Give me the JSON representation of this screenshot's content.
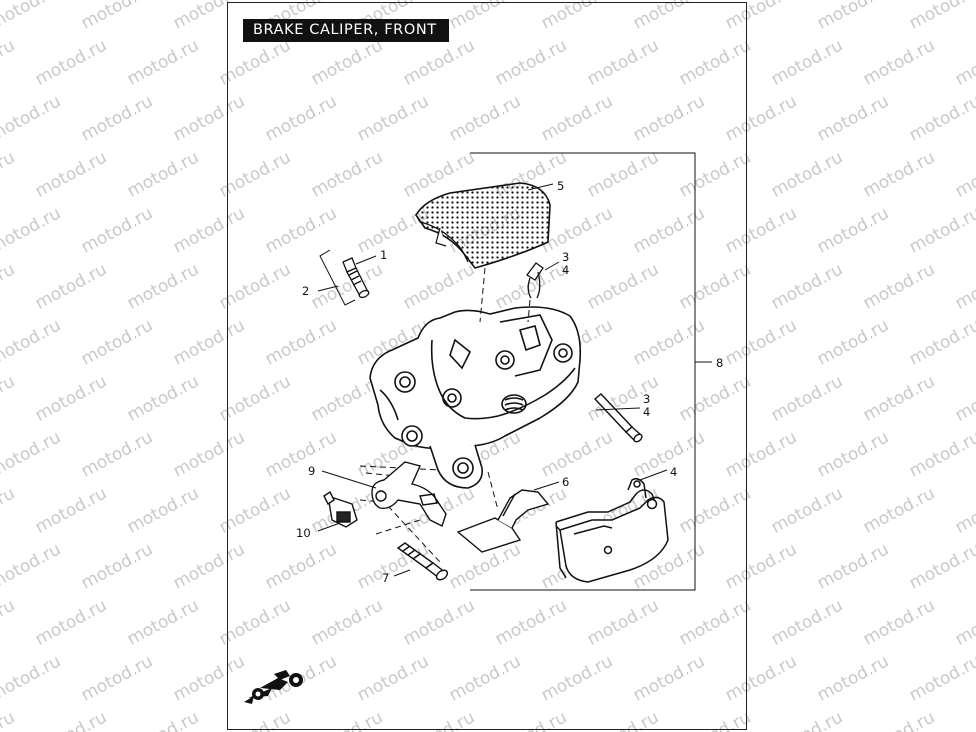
{
  "page": {
    "title": "BRAKE CALIPER, FRONT",
    "watermark_text": "motod.ru"
  },
  "callouts": [
    {
      "id": "c1",
      "label": "1"
    },
    {
      "id": "c2",
      "label": "2"
    },
    {
      "id": "c3a",
      "label": "3"
    },
    {
      "id": "c4a",
      "label": "4"
    },
    {
      "id": "c5",
      "label": "5"
    },
    {
      "id": "c8",
      "label": "8"
    },
    {
      "id": "c3b",
      "label": "3"
    },
    {
      "id": "c4b",
      "label": "4"
    },
    {
      "id": "c9",
      "label": "9"
    },
    {
      "id": "c6",
      "label": "6"
    },
    {
      "id": "c4c",
      "label": "4"
    },
    {
      "id": "c10",
      "label": "10"
    },
    {
      "id": "c7",
      "label": "7"
    }
  ],
  "colors": {
    "ink": "#111111",
    "watermark": "#c9c9c9",
    "title_bg": "#111111",
    "title_fg": "#ffffff"
  }
}
